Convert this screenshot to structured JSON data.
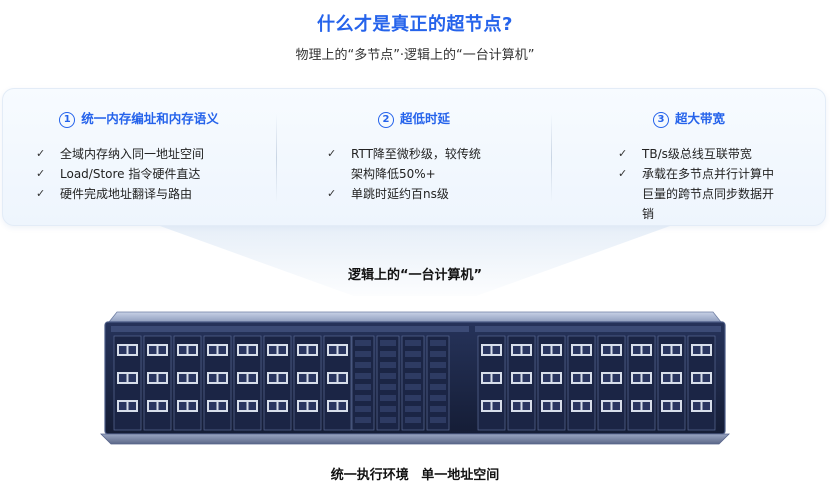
{
  "header": {
    "title": "什么才是真正的超节点?",
    "subtitle": "物理上的“多节点”·逻辑上的“一台计算机”"
  },
  "columns": [
    {
      "number": "1",
      "heading": "统一内存编址和内存语义",
      "items": [
        "全域内存纳入同一地址空间",
        "Load/Store 指令硬件直达",
        "硬件完成地址翻译与路由"
      ]
    },
    {
      "number": "2",
      "heading": "超低时延",
      "items": [
        "RTT降至微秒级，较传统架构降低50%+",
        "单跳时延约百ns级"
      ]
    },
    {
      "number": "3",
      "heading": "超大带宽",
      "items": [
        "TB/s级总线互联带宽",
        "承载在多节点并行计算中巨量的跨节点同步数据开销"
      ]
    }
  ],
  "checkmark": "✓",
  "middle_label": "逻辑上的“一台计算机”",
  "bottom_label": "统一执行环境 单一地址空间",
  "colors": {
    "accent": "#2563eb",
    "server_body": "#1e2a4a",
    "server_frame": "#3b4a72"
  },
  "icons": {
    "check": "check-icon",
    "number_badge": "circled-number-icon",
    "server": "server-rack-icon"
  }
}
